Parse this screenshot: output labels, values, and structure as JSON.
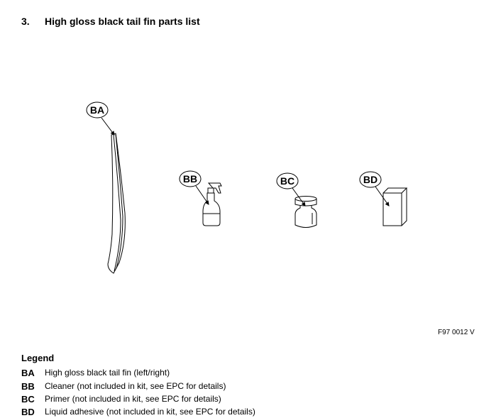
{
  "section": {
    "number": "3.",
    "title": "High gloss black tail fin parts list"
  },
  "figure": {
    "id": "F97 0012 V",
    "callouts": [
      "BA",
      "BB",
      "BC",
      "BD"
    ]
  },
  "legend": {
    "heading": "Legend",
    "items": [
      {
        "code": "BA",
        "description": "High gloss black tail fin (left/right)"
      },
      {
        "code": "BB",
        "description": "Cleaner (not included in kit, see EPC for details)"
      },
      {
        "code": "BC",
        "description": "Primer (not included in kit, see EPC for details)"
      },
      {
        "code": "BD",
        "description": "Liquid adhesive (not included in kit, see EPC for details)"
      }
    ]
  }
}
